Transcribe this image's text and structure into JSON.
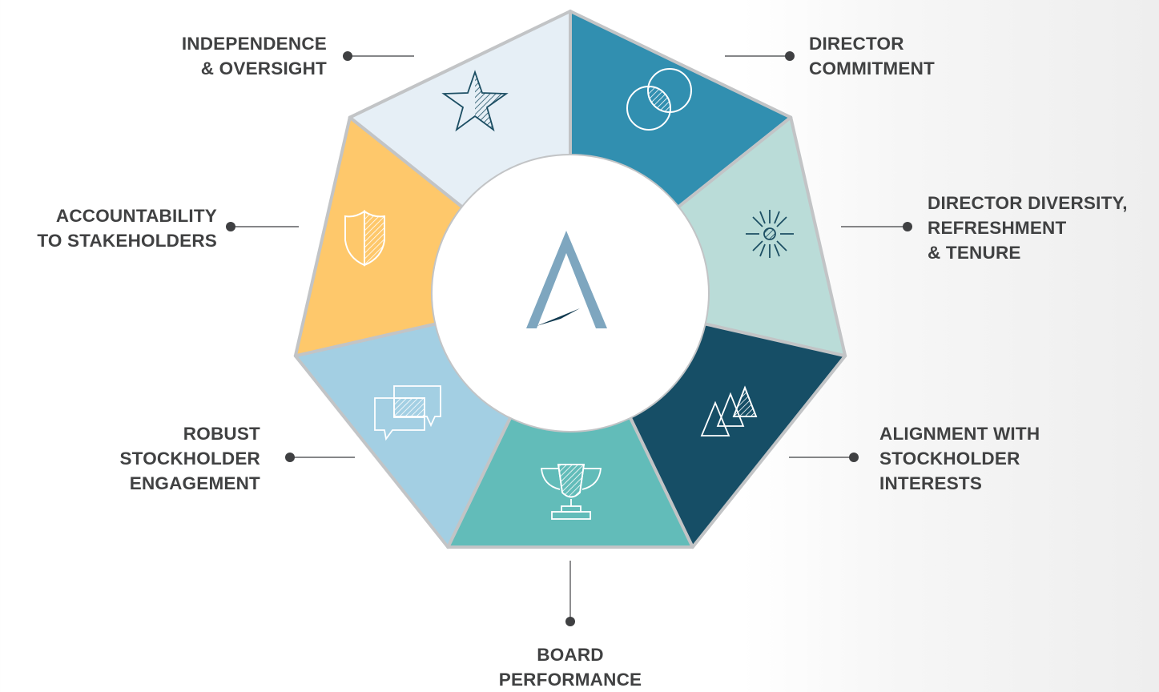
{
  "segments": [
    {
      "id": "director-commitment",
      "label": "DIRECTOR\nCOMMITMENT",
      "color": "#318fb0",
      "icon": "overlapping-circles-icon"
    },
    {
      "id": "director-diversity",
      "label": "DIRECTOR DIVERSITY,\nREFRESHMENT\n& TENURE",
      "color": "#badcd8",
      "icon": "starburst-icon"
    },
    {
      "id": "alignment",
      "label": "ALIGNMENT WITH\nSTOCKHOLDER\nINTERESTS",
      "color": "#164e66",
      "icon": "mountain-peaks-icon"
    },
    {
      "id": "board-performance",
      "label": "BOARD\nPERFORMANCE",
      "color": "#62bcb9",
      "icon": "trophy-icon"
    },
    {
      "id": "stockholder-engagement",
      "label": "ROBUST\nSTOCKHOLDER\nENGAGEMENT",
      "color": "#a3cfe3",
      "icon": "chat-bubbles-icon"
    },
    {
      "id": "accountability",
      "label": "ACCOUNTABILITY\nTO STAKEHOLDERS",
      "color": "#fec86b",
      "icon": "shield-icon"
    },
    {
      "id": "independence",
      "label": "INDEPENDENCE\n& OVERSIGHT",
      "color": "#e6eff6",
      "icon": "star-icon"
    }
  ],
  "center_logo": {
    "icon": "a-logo-icon",
    "color": "#7ea6bf",
    "accent": "#10394f"
  }
}
